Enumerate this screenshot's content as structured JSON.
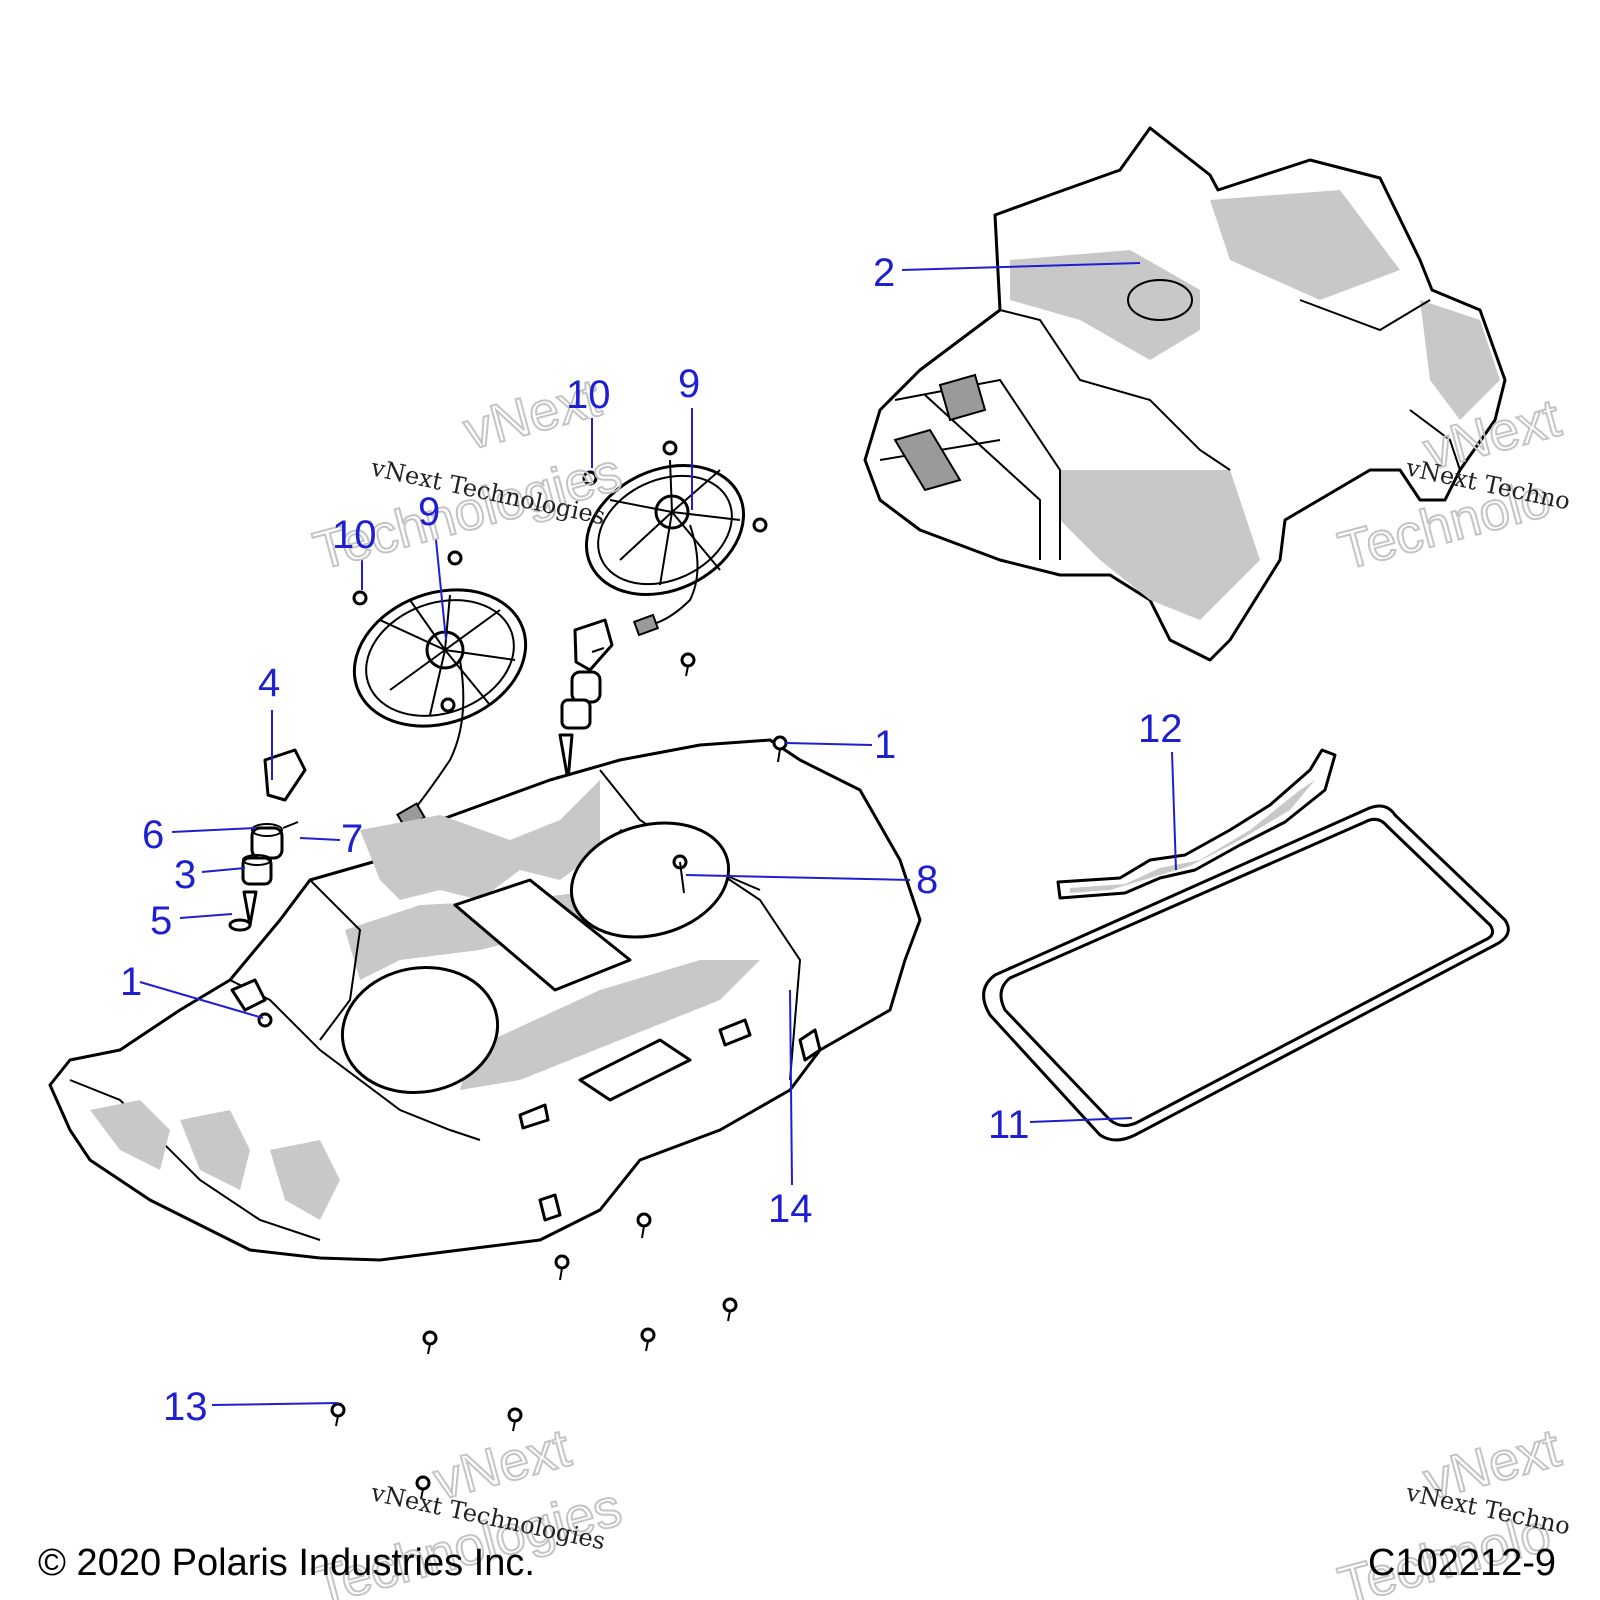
{
  "callouts": [
    {
      "id": "c2",
      "label": "2"
    },
    {
      "id": "c10a",
      "label": "10"
    },
    {
      "id": "c9a",
      "label": "9"
    },
    {
      "id": "c10b",
      "label": "10"
    },
    {
      "id": "c9b",
      "label": "9"
    },
    {
      "id": "c4",
      "label": "4"
    },
    {
      "id": "c7",
      "label": "7"
    },
    {
      "id": "c6",
      "label": "6"
    },
    {
      "id": "c3",
      "label": "3"
    },
    {
      "id": "c5",
      "label": "5"
    },
    {
      "id": "c1a",
      "label": "1"
    },
    {
      "id": "c1b",
      "label": "1"
    },
    {
      "id": "c8",
      "label": "8"
    },
    {
      "id": "c12",
      "label": "12"
    },
    {
      "id": "c11",
      "label": "11"
    },
    {
      "id": "c14",
      "label": "14"
    },
    {
      "id": "c13",
      "label": "13"
    }
  ],
  "watermarks": {
    "small": "vNext Technologies",
    "small_cut": "vNext Techno",
    "big_line1": "vNext",
    "big_line2": "Technologies",
    "big_line2_cut": "Technolo"
  },
  "footer": {
    "copyright": "© 2020 Polaris Industries Inc.",
    "diagram_id": "C102212-9"
  },
  "colors": {
    "callout": "#1f1fd2",
    "line_art": "#000000",
    "shading": "#c8c8c8"
  }
}
